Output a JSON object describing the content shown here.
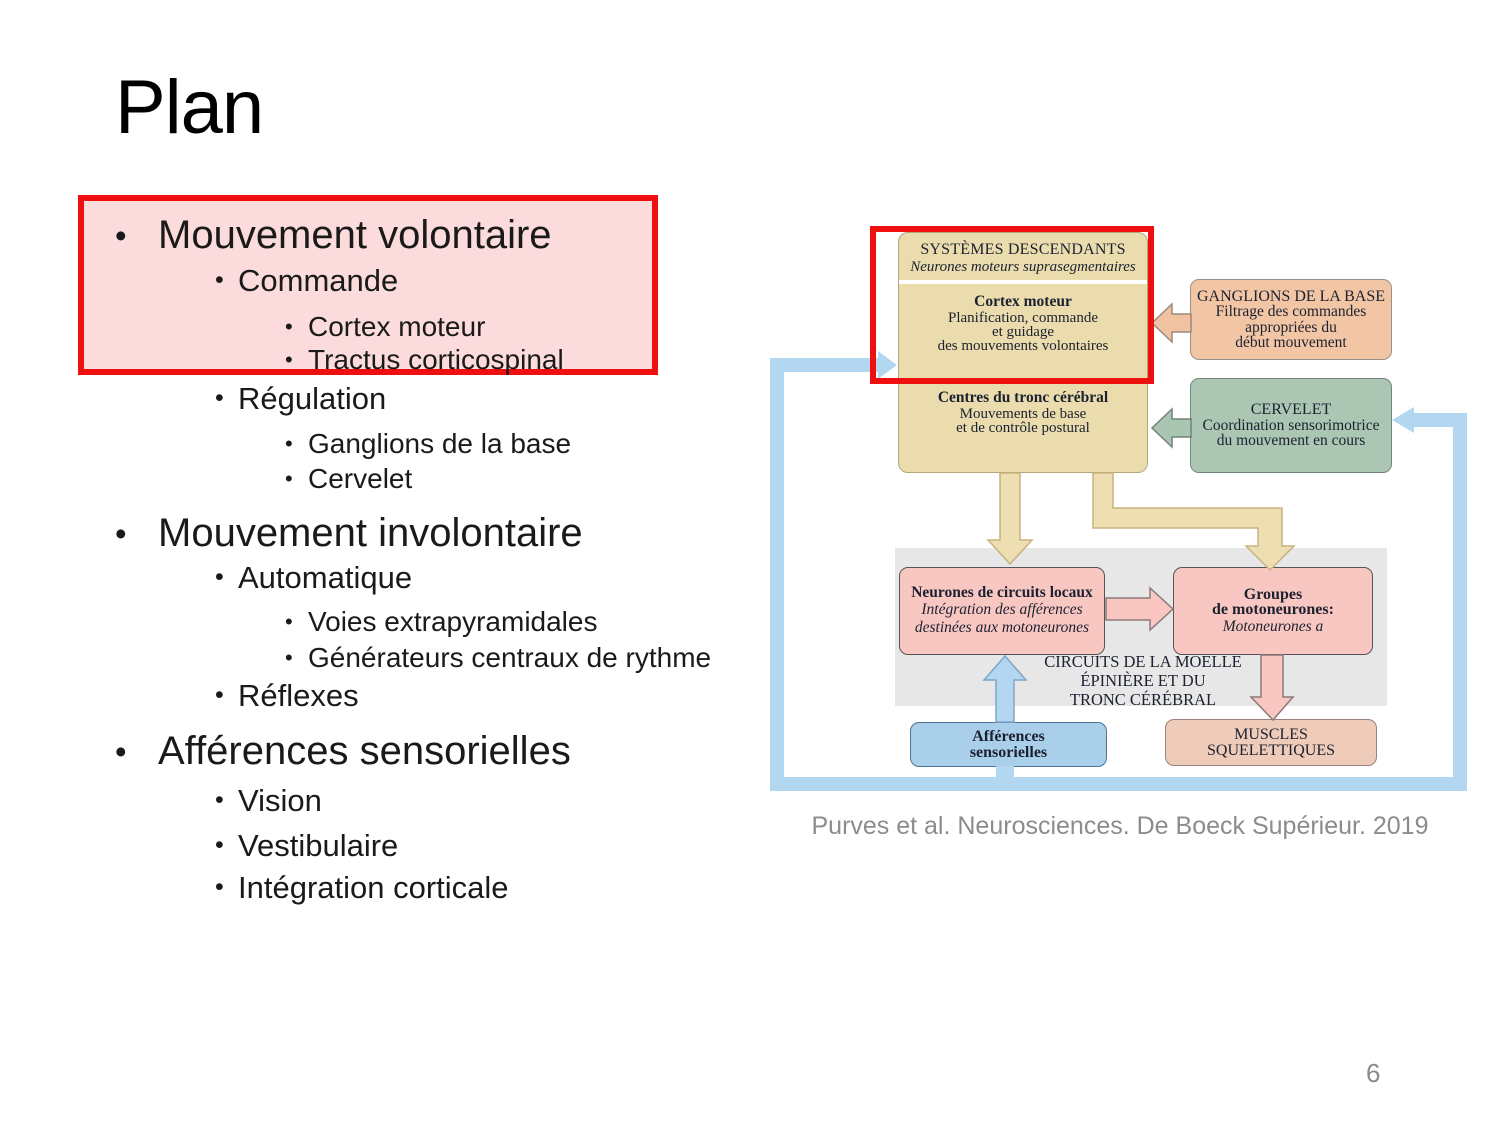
{
  "slide": {
    "title": "Plan",
    "page_number": "6",
    "caption": "Purves et al. Neurosciences. De Boeck Supérieur. 2019"
  },
  "outline": {
    "bullet_char": "•",
    "items": [
      {
        "level": 1,
        "text": "Mouvement volontaire",
        "highlighted": true
      },
      {
        "level": 2,
        "text": "Commande",
        "highlighted": true
      },
      {
        "level": 3,
        "text": "Cortex moteur",
        "highlighted": true
      },
      {
        "level": 3,
        "text": "Tractus corticospinal",
        "highlighted": true
      },
      {
        "level": 2,
        "text": "Régulation",
        "highlighted": false
      },
      {
        "level": 3,
        "text": "Ganglions de la base",
        "highlighted": false
      },
      {
        "level": 3,
        "text": "Cervelet",
        "highlighted": false
      },
      {
        "level": 1,
        "text": "Mouvement involontaire",
        "highlighted": false
      },
      {
        "level": 2,
        "text": "Automatique",
        "highlighted": false
      },
      {
        "level": 3,
        "text": "Voies extrapyramidales",
        "highlighted": false
      },
      {
        "level": 3,
        "text": "Générateurs centraux de rythme",
        "highlighted": false
      },
      {
        "level": 2,
        "text": "Réflexes",
        "highlighted": false
      },
      {
        "level": 1,
        "text": "Afférences sensorielles",
        "highlighted": false
      },
      {
        "level": 2,
        "text": "Vision",
        "highlighted": false
      },
      {
        "level": 2,
        "text": "Vestibulaire",
        "highlighted": false
      },
      {
        "level": 2,
        "text": "Intégration corticale",
        "highlighted": false
      }
    ]
  },
  "diagram": {
    "descending_systems": {
      "title": "SYSTÈMES DESCENDANTS",
      "subtitle": "Neurones moteurs suprasegmentaires"
    },
    "motor_cortex": {
      "title": "Cortex moteur",
      "line1": "Planification, commande",
      "line2": "et guidage",
      "line3": "des mouvements volontaires"
    },
    "brainstem_centers": {
      "title": "Centres du tronc cérébral",
      "line1": "Mouvements de base",
      "line2": "et de contrôle postural"
    },
    "basal_ganglia": {
      "title": "GANGLIONS DE LA BASE",
      "line1": "Filtrage des commandes",
      "line2": "appropriées du",
      "line3": "début mouvement"
    },
    "cerebellum": {
      "title": "CERVELET",
      "line1": "Coordination sensorimotrice",
      "line2": "du mouvement en cours"
    },
    "local_circuit_neurons": {
      "title": "Neurones de circuits locaux",
      "line1": "Intégration des afférences",
      "line2": "destinées aux motoneurones"
    },
    "motoneuron_groups": {
      "title1": "Groupes",
      "title2": "de motoneurones:",
      "line1": "Motoneurones a"
    },
    "spinal_circuits_label": {
      "line1": "CIRCUITS DE LA MOELLE",
      "line2": "ÉPINIÈRE ET DU",
      "line3": "TRONC CÉRÉBRAL"
    },
    "sensory_afferents": {
      "line1": "Afférences",
      "line2": "sensorielles"
    },
    "skeletal_muscles": {
      "line1": "MUSCLES",
      "line2": "SQUELETTIQUES"
    },
    "colors": {
      "highlight_red": "#EE0F0F",
      "highlight_pink_fill": "#FBDBDB",
      "tan": "#EADCAD",
      "orange": "#F2C6A5",
      "green": "#ABC7B3",
      "pink": "#F9C7C2",
      "blue_box": "#A9CFEB",
      "salmon": "#EFCBB9",
      "gray_region": "#E7E7E7",
      "loop_blue": "#B3D7F0"
    }
  }
}
